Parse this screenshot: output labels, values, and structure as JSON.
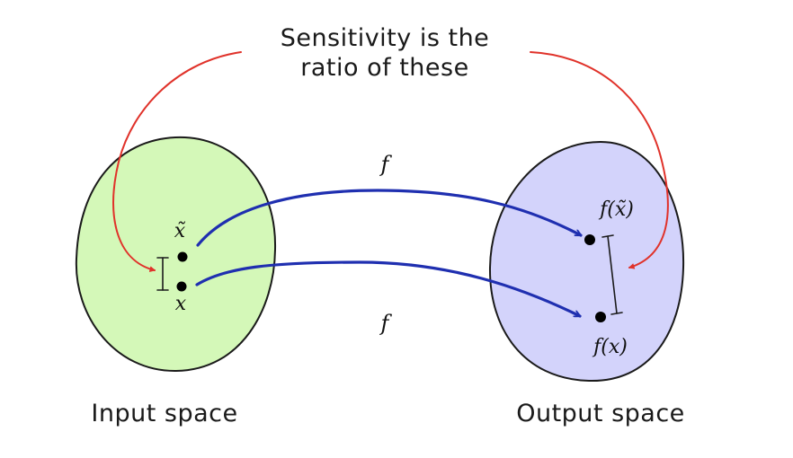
{
  "caption": {
    "line1": "Sensitivity is the",
    "line2": "ratio of these"
  },
  "input_space": {
    "label": "Input space",
    "fill_color": "#d4f8b8",
    "point_tilde_label": "x̃",
    "point_label": "x"
  },
  "output_space": {
    "label": "Output space",
    "fill_color": "#d3d3fb",
    "point_tilde_label": "f(x̃)",
    "point_label": "f(x)"
  },
  "mapping": {
    "top_label": "f",
    "bottom_label": "f",
    "color": "#1f2fb0"
  },
  "pointer_color": "#e0322a"
}
